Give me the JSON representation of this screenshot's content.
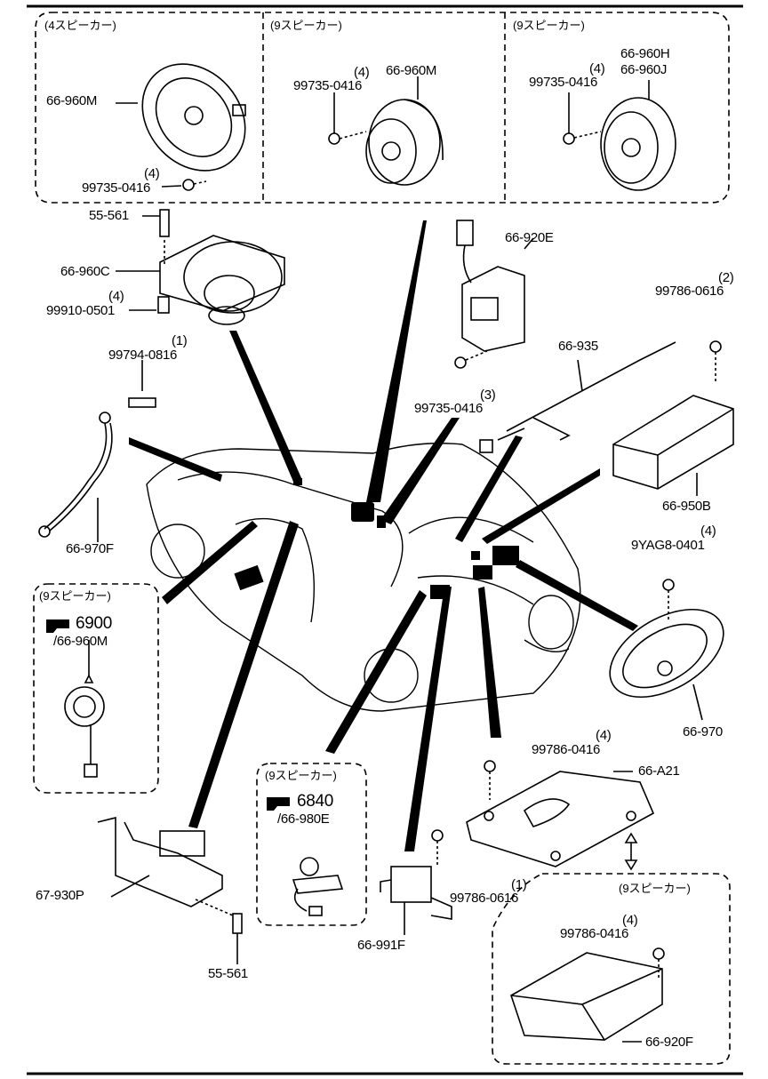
{
  "boxes": {
    "speaker4": "(4スピーカー)",
    "speaker9a": "(9スピーカー)",
    "speaker9b": "(9スピーカー)",
    "speaker9c": "(9スピーカー)",
    "speaker9d": "(9スピーカー)",
    "speaker9e": "(9スピーカー)"
  },
  "parts": {
    "p_66_960M_a": "66-960M",
    "p_99735_a": "99735-0416",
    "p_99735_a_qty": "(4)",
    "p_99735_b": "99735-0416",
    "p_99735_b_qty": "(4)",
    "p_66_960M_b": "66-960M",
    "p_99735_c": "99735-0416",
    "p_99735_c_qty": "(4)",
    "p_66_960H": "66-960H",
    "p_66_960J": "66-960J",
    "p_55_561_a": "55-561",
    "p_66_960C": "66-960C",
    "p_99910": "99910-0501",
    "p_99910_qty": "(4)",
    "p_99794": "99794-0816",
    "p_99794_qty": "(1)",
    "p_66_970F": "66-970F",
    "p_66_920E": "66-920E",
    "p_99735_d": "99735-0416",
    "p_99735_d_qty": "(3)",
    "p_66_935": "66-935",
    "p_99786_a": "99786-0616",
    "p_99786_a_qty": "(2)",
    "p_66_950B": "66-950B",
    "p_9YAG8": "9YAG8-0401",
    "p_9YAG8_qty": "(4)",
    "p_66_970": "66-970",
    "p_ref_6900": "6900",
    "p_66_960M_c": "/66-960M",
    "p_ref_6840": "6840",
    "p_66_980E": "/66-980E",
    "p_99786_b": "99786-0416",
    "p_99786_b_qty": "(4)",
    "p_66_A21": "66-A21",
    "p_67_930P": "67-930P",
    "p_55_561_b": "55-561",
    "p_99786_c": "99786-0616",
    "p_99786_c_qty": "(1)",
    "p_66_991F": "66-991F",
    "p_99786_d": "99786-0416",
    "p_99786_d_qty": "(4)",
    "p_66_920F": "66-920F"
  },
  "icons": {
    "ref": "pointing-hand-icon"
  }
}
